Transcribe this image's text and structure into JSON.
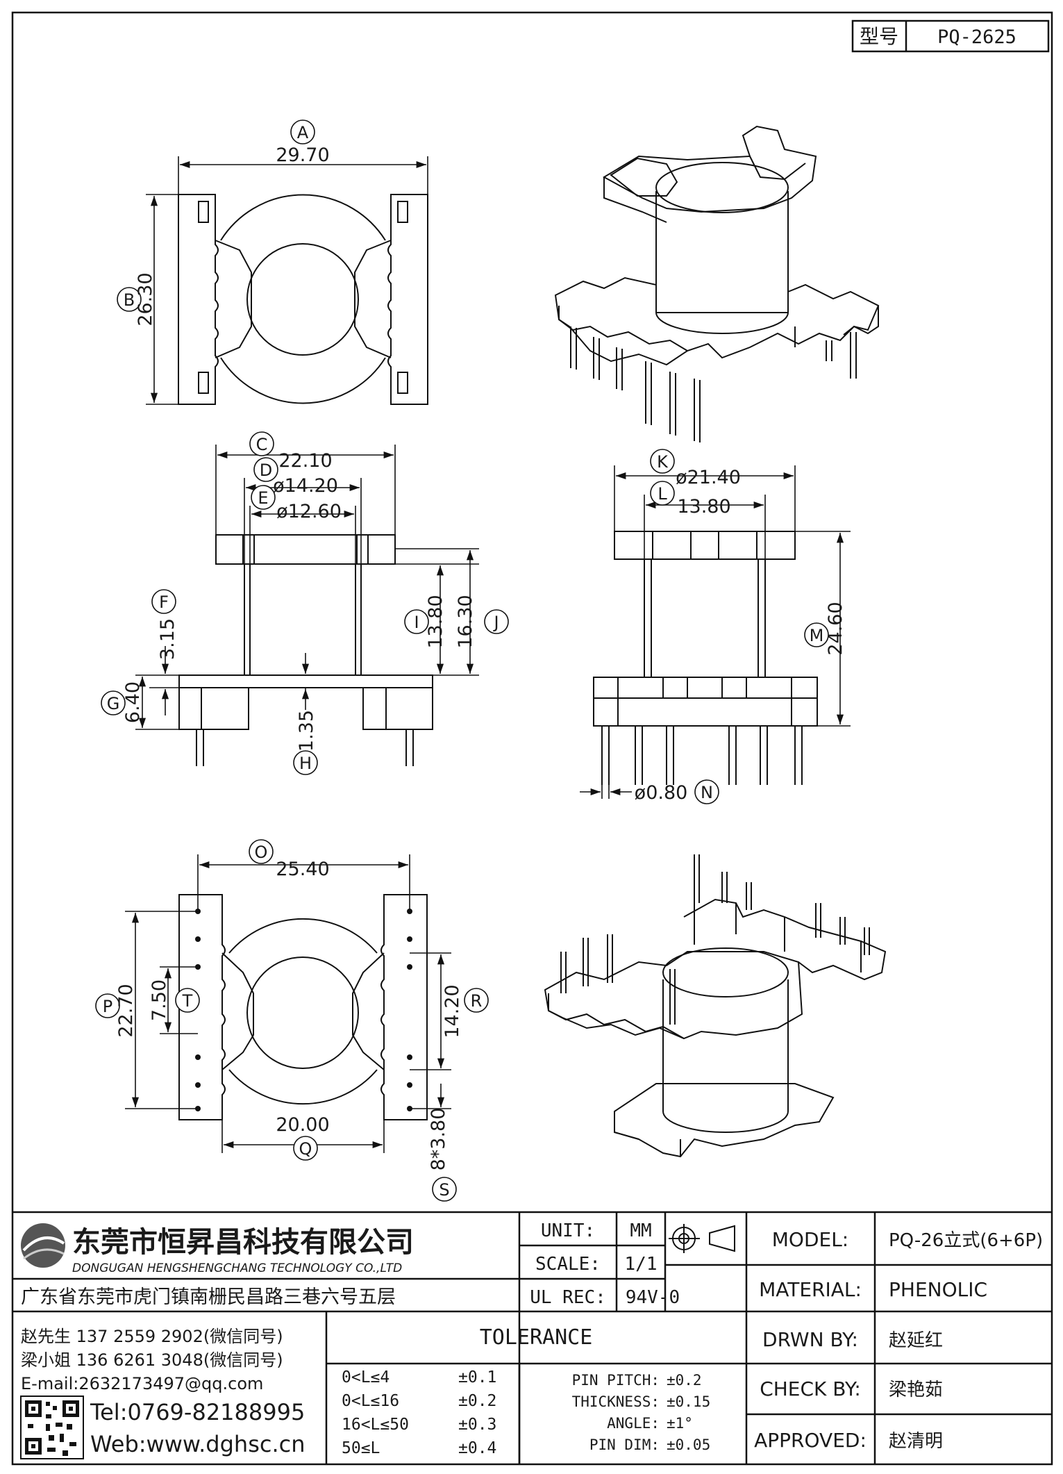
{
  "header": {
    "model_label": "型号",
    "model_value": "PQ-2625"
  },
  "views": {
    "top": {
      "A": {
        "letter": "A",
        "value": "29.70"
      },
      "B": {
        "letter": "B",
        "value": "26.30"
      }
    },
    "front": {
      "C": {
        "letter": "C",
        "value": "22.10"
      },
      "D": {
        "letter": "D",
        "value": "ø14.20"
      },
      "E": {
        "letter": "E",
        "value": "ø12.60"
      },
      "F": {
        "letter": "F",
        "value": "3.15"
      },
      "G": {
        "letter": "G",
        "value": "6.40"
      },
      "H": {
        "letter": "H",
        "value": "1.35"
      },
      "I": {
        "letter": "I",
        "value": "13.80"
      },
      "J": {
        "letter": "J",
        "value": "16.30"
      }
    },
    "side": {
      "K": {
        "letter": "K",
        "value": "ø21.40"
      },
      "L": {
        "letter": "L",
        "value": "13.80"
      },
      "M": {
        "letter": "M",
        "value": "24.60"
      },
      "N": {
        "letter": "N",
        "value": "ø0.80"
      }
    },
    "bottom": {
      "O": {
        "letter": "O",
        "value": "25.40"
      },
      "P": {
        "letter": "P",
        "value": "22.70"
      },
      "T": {
        "letter": "T",
        "value": "7.50"
      },
      "R": {
        "letter": "R",
        "value": "14.20"
      },
      "Q": {
        "letter": "Q",
        "value": "20.00"
      },
      "S": {
        "letter": "S",
        "value": "8*3.80"
      }
    }
  },
  "company": {
    "name_cn": "东莞市恒昇昌科技有限公司",
    "name_en": "DONGUGAN HENGSHENGCHANG TECHNOLOGY CO.,LTD",
    "address": "广东省东莞市虎门镇南栅民昌路三巷六号五层",
    "contact1": "赵先生 137 2559 2902(微信同号)",
    "contact2": "梁小姐 136 6261 3048(微信同号)",
    "email": "E-mail:2632173497@qq.com",
    "tel": "Tel:0769-82188995",
    "web": "Web:www.dghsc.cn"
  },
  "title_block": {
    "unit_label": "UNIT:",
    "unit_value": "MM",
    "scale_label": "SCALE:",
    "scale_value": "1/1",
    "ulrec_label": "UL REC:",
    "ulrec_value": "94V-0",
    "model_label": "MODEL:",
    "model_value": "PQ-26立式(6+6P)",
    "material_label": "MATERIAL:",
    "material_value": "PHENOLIC",
    "drwn_label": "DRWN BY:",
    "drwn_value": "赵延红",
    "check_label": "CHECK BY:",
    "check_value": "梁艳茹",
    "approved_label": "APPROVED:",
    "approved_value": "赵清明"
  },
  "tolerance": {
    "title": "TOLERANCE",
    "rows": [
      {
        "range": "0<L≤4",
        "tol": "±0.1"
      },
      {
        "range": "0<L≤16",
        "tol": "±0.2"
      },
      {
        "range": "16<L≤50",
        "tol": "±0.3"
      },
      {
        "range": "50≤L",
        "tol": "±0.4"
      }
    ],
    "extra": [
      {
        "name": "PIN PITCH:",
        "tol": "±0.2"
      },
      {
        "name": "THICKNESS:",
        "tol": "±0.15"
      },
      {
        "name": "ANGLE:",
        "tol": "±1°"
      },
      {
        "name": "PIN DIM:",
        "tol": "±0.05"
      }
    ]
  }
}
